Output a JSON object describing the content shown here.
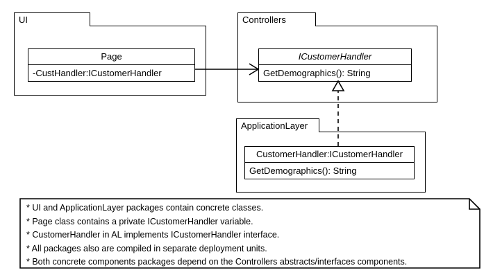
{
  "diagram": {
    "type": "uml-package-class-diagram",
    "packages": [
      {
        "id": "ui",
        "name": "UI",
        "classes": [
          {
            "id": "page",
            "name": "Page",
            "stereotype": "class",
            "italic": false,
            "members": [
              "-CustHandler:ICustomerHandler"
            ]
          }
        ]
      },
      {
        "id": "controllers",
        "name": "Controllers",
        "classes": [
          {
            "id": "icustomerhandler",
            "name": "ICustomerHandler",
            "stereotype": "interface",
            "italic": true,
            "members": [
              "GetDemographics(): String"
            ]
          }
        ]
      },
      {
        "id": "applicationlayer",
        "name": "ApplicationLayer",
        "classes": [
          {
            "id": "customerhandler",
            "name": "CustomerHandler:ICustomerHandler",
            "stereotype": "class",
            "italic": false,
            "members": [
              "GetDemographics(): String"
            ]
          }
        ]
      }
    ],
    "relationships": [
      {
        "id": "page-uses-icustomerhandler",
        "kind": "association",
        "from": "page",
        "to": "icustomerhandler",
        "line": "solid",
        "arrowhead": "open"
      },
      {
        "id": "customerhandler-realizes-icustomerhandler",
        "kind": "realization",
        "from": "customerhandler",
        "to": "icustomerhandler",
        "line": "dashed",
        "arrowhead": "hollow-triangle"
      }
    ],
    "note": {
      "id": "diagram-note",
      "lines": [
        "* UI and ApplicationLayer packages contain concrete classes.",
        "* Page class contains a private ICustomerHandler variable.",
        "* CustomerHandler in AL implements ICustomerHandler interface.",
        "* All packages also are compiled in separate deployment units.",
        "* Both concrete components packages depend on the Controllers abstracts/interfaces components."
      ]
    },
    "colors": {
      "stroke": "#000000",
      "fill": "#ffffff",
      "text": "#000000"
    }
  }
}
